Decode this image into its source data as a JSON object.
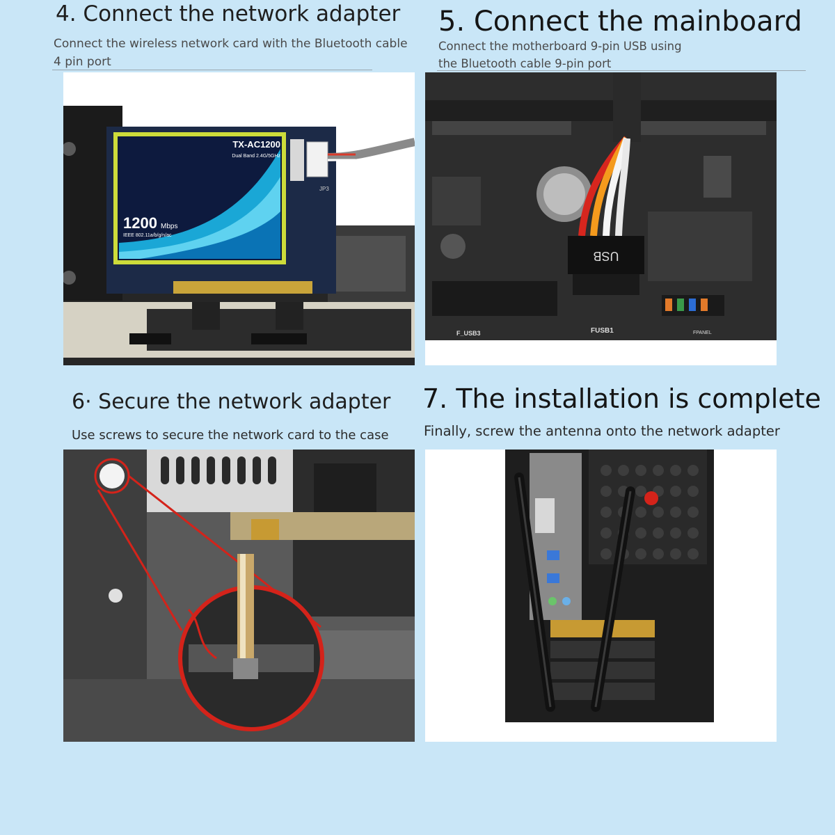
{
  "steps": [
    {
      "title": "4. Connect the network adapter",
      "description": "Connect the wireless network card with the Bluetooth cable 4 pin port",
      "photo": {
        "card_model": "TX-AC1200",
        "card_band": "Dual Band 2.4G/5GHz",
        "card_speed": "1200",
        "card_speed_unit": "Mbps",
        "card_standard": "IEEE 802.11a/b/g/n/ac",
        "header_label": "JP3"
      }
    },
    {
      "title": "5. Connect the mainboard",
      "description": "Connect the motherboard 9-pin USB using the Bluetooth cable 9-pin port",
      "photo": {
        "connector_label": "USB",
        "header_label": "FUSB1",
        "header_label_2": "F_USB3",
        "panel_label": "FPANEL"
      }
    },
    {
      "title": "6· Secure the network adapter",
      "description": "Use screws to secure the network card to the case"
    },
    {
      "title": "7. The installation is complete",
      "description": "Finally, screw the antenna onto the network adapter"
    }
  ]
}
